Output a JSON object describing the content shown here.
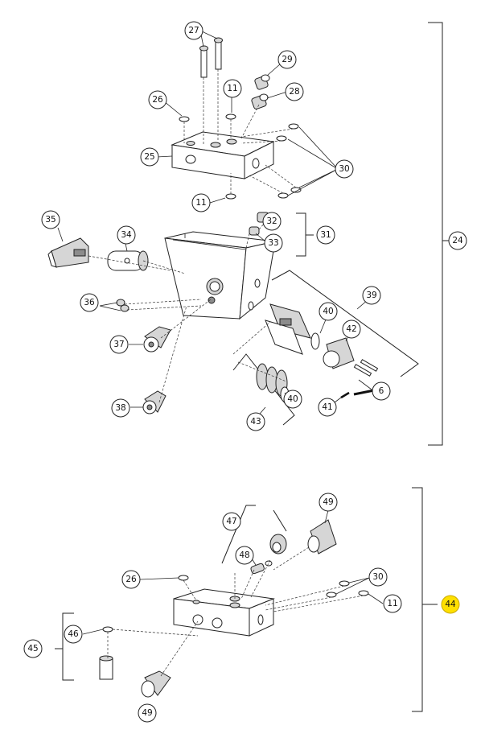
{
  "callouts": {
    "c27": "27",
    "c29": "29",
    "c28": "28",
    "c26_top": "26",
    "c11_top": "11",
    "c25": "25",
    "c30_top": "30",
    "c11_mid": "11",
    "c24": "24",
    "c35": "35",
    "c34": "34",
    "c32": "32",
    "c33": "33",
    "c31": "31",
    "c39": "39",
    "c36": "36",
    "c40_a": "40",
    "c42": "42",
    "c37": "37",
    "c6": "6",
    "c40_b": "40",
    "c41": "41",
    "c38": "38",
    "c43": "43",
    "c49_top": "49",
    "c47": "47",
    "c48": "48",
    "c26_bot": "26",
    "c30_bot": "30",
    "c11_bot": "11",
    "c44": "44",
    "c46": "46",
    "c45": "45",
    "c49_bot": "49"
  },
  "colors": {
    "highlight": "#ffe000",
    "line": "#222222"
  }
}
